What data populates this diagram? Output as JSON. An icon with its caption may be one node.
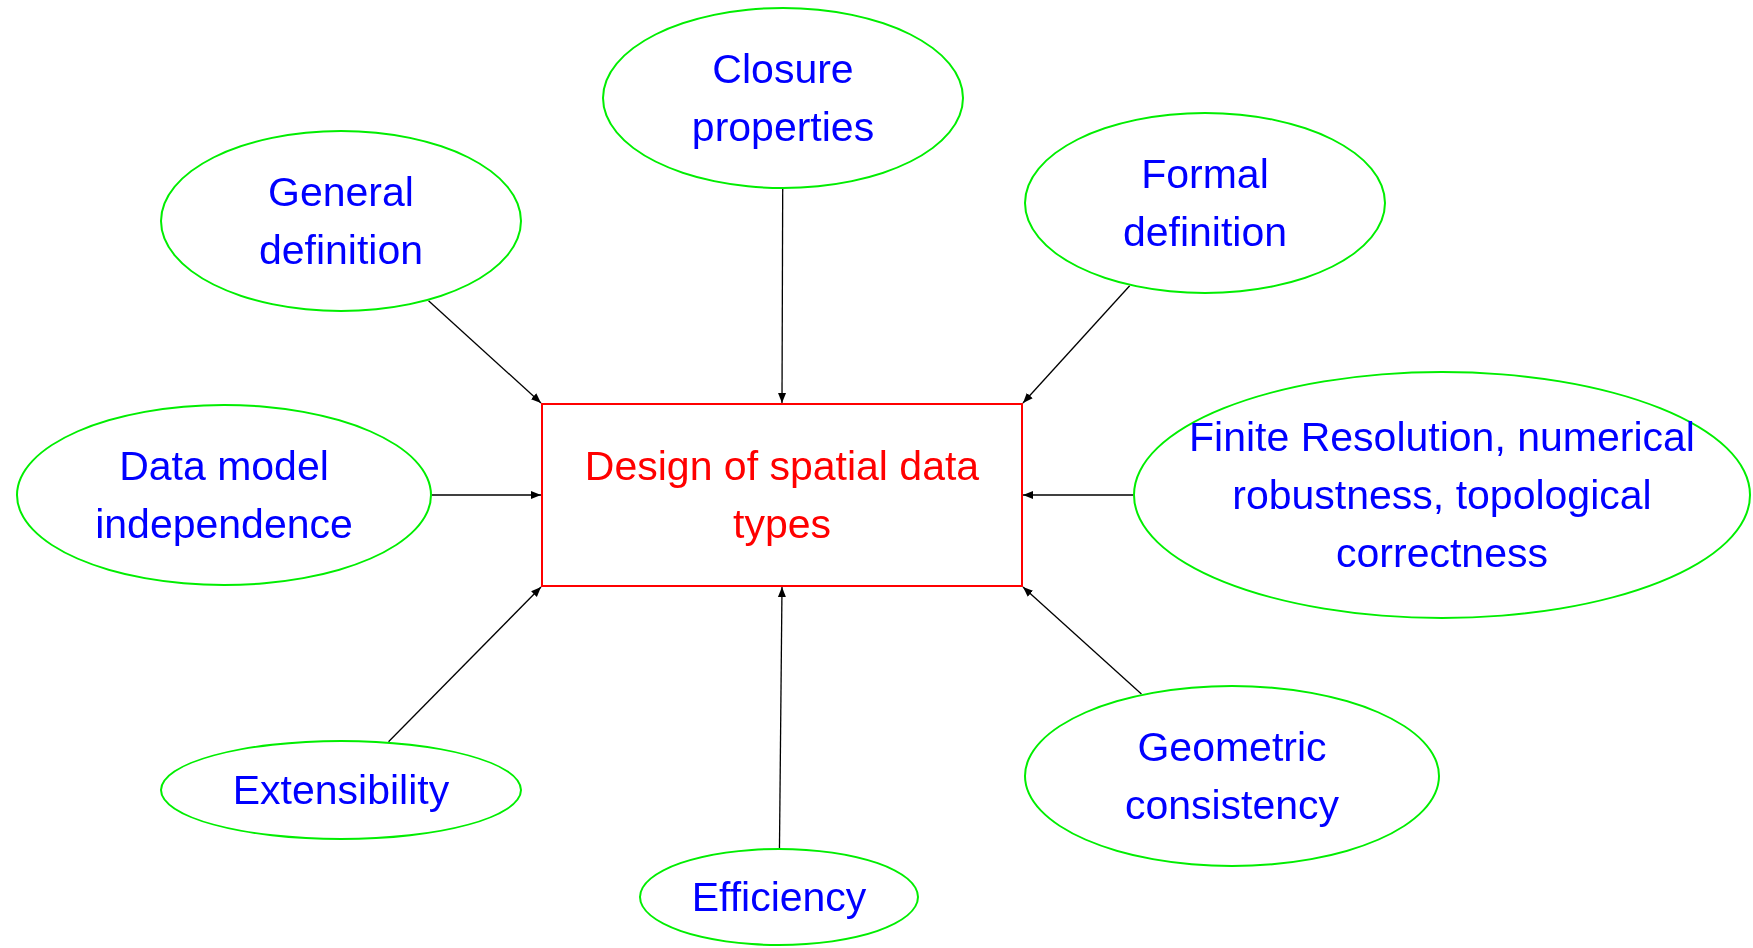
{
  "diagram": {
    "nodes": [
      {
        "text": [
          "Closure properties"
        ]
      },
      {
        "text": [
          "General definition"
        ]
      },
      {
        "text": [
          "Formal definition"
        ]
      },
      {
        "text": [
          "Data model independence"
        ]
      },
      {
        "text": [
          "Design of spatial data types"
        ]
      },
      {
        "text": [
          "Finite Resolution, numerical robustness, topological correctness"
        ]
      },
      {
        "text": [
          "Extensibility"
        ]
      },
      {
        "text": [
          "Geometric consistency"
        ]
      },
      {
        "text": [
          "Efficiency"
        ]
      }
    ],
    "edges": [
      {
        "from": 0,
        "to": 4,
        "arrow": "to"
      },
      {
        "from": 1,
        "to": 4,
        "arrow": "to"
      },
      {
        "from": 2,
        "to": 4,
        "arrow": "to"
      },
      {
        "from": 3,
        "to": 4,
        "arrow": "to"
      },
      {
        "from": 5,
        "to": 4,
        "arrow": "to"
      },
      {
        "from": 6,
        "to": 4,
        "arrow": "to"
      },
      {
        "from": 7,
        "to": 4,
        "arrow": "to"
      },
      {
        "from": 8,
        "to": 4,
        "arrow": "to"
      }
    ]
  }
}
